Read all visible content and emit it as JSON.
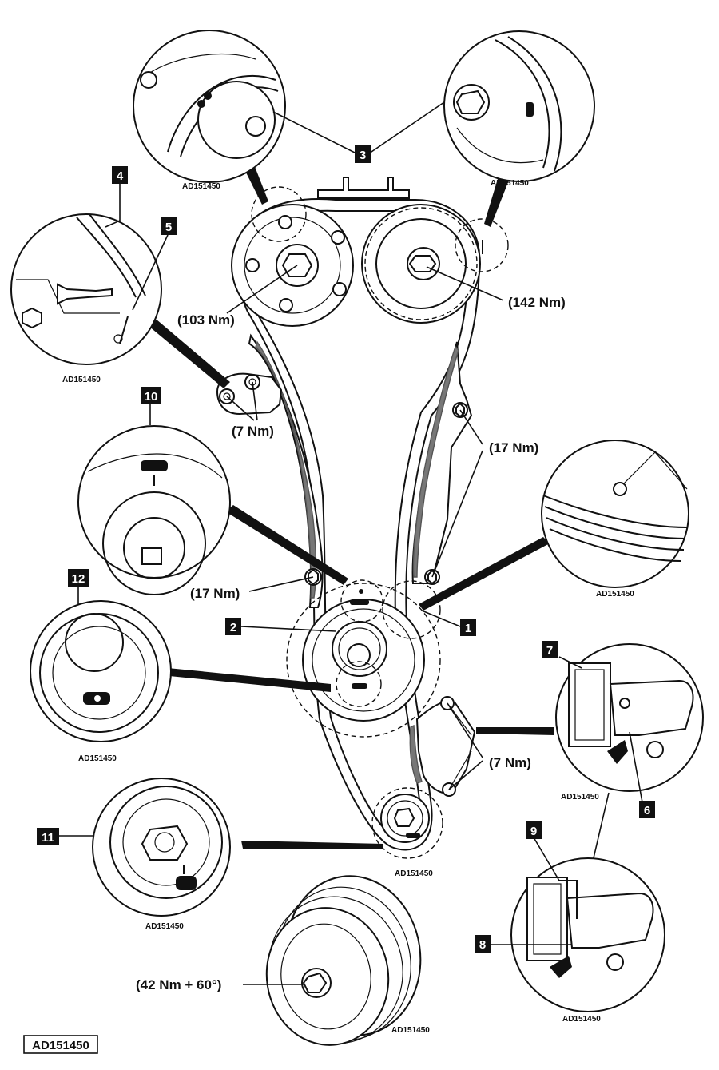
{
  "reference_code": "AD151450",
  "document_id": "AD151450",
  "callouts": [
    "1",
    "2",
    "3",
    "4",
    "5",
    "6",
    "7",
    "8",
    "9",
    "10",
    "11",
    "12"
  ],
  "torques": {
    "exhaust_camshaft_bolt": "(103 Nm)",
    "intake_camshaft_bolt": "(142 Nm)",
    "upper_guide_bolts": "(7 Nm)",
    "right_guide_bolt": "(17 Nm)",
    "left_guide_bolt": "(17 Nm)",
    "tensioner_bolts": "(7 Nm)",
    "crankshaft_pulley_bolt": "(42 Nm + 60°)"
  },
  "detail_views": [
    {
      "id": "detail-exhaust-cam-marks",
      "ref": "AD151450"
    },
    {
      "id": "detail-intake-cam-marks",
      "ref": "AD151450"
    },
    {
      "id": "detail-tensioner-lock",
      "ref": "AD151450"
    },
    {
      "id": "detail-crank-sprocket-marks",
      "ref": "AD151450"
    },
    {
      "id": "detail-flywheel-marks",
      "ref": "AD151450"
    },
    {
      "id": "detail-oil-pump-sprocket",
      "ref": "AD151450"
    },
    {
      "id": "detail-crank-gear-marks",
      "ref": "AD151450"
    },
    {
      "id": "detail-tensioner-release",
      "ref": "AD151450"
    },
    {
      "id": "detail-tensioner-pin",
      "ref": "AD151450"
    }
  ]
}
